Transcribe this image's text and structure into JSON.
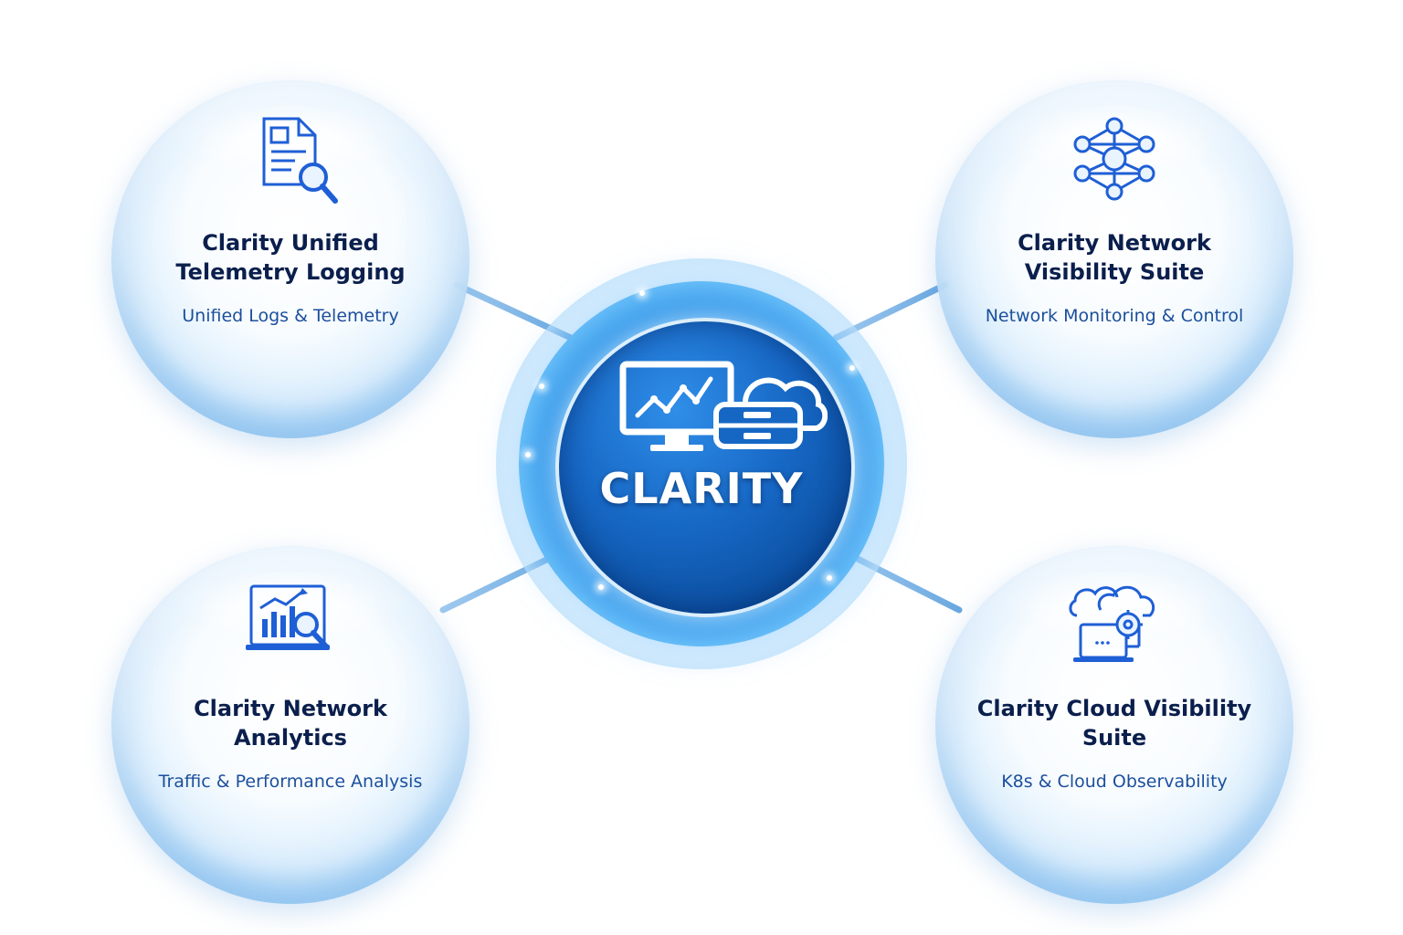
{
  "hub": {
    "label": "CLARITY",
    "icon": "monitor-chart-cloud-server-icon"
  },
  "nodes": [
    {
      "id": "telemetry-logging",
      "title": "Clarity Unified Telemetry Logging",
      "subtitle": "Unified Logs & Telemetry",
      "icon": "document-search-icon"
    },
    {
      "id": "network-visibility",
      "title": "Clarity Network Visibility Suite",
      "subtitle": "Network Monitoring & Control",
      "icon": "network-nodes-icon"
    },
    {
      "id": "network-analytics",
      "title": "Clarity Network Analytics",
      "subtitle": "Traffic & Performance Analysis",
      "icon": "analytics-chart-search-icon"
    },
    {
      "id": "cloud-visibility",
      "title": "Clarity Cloud Visibility Suite",
      "subtitle": "K8s & Cloud Observability",
      "icon": "cloud-laptop-gear-icon"
    }
  ],
  "colors": {
    "title": "#0b1f4d",
    "subtitle": "#1b4f9c",
    "icon": "#1f5fd6",
    "hub": "#1667c4"
  }
}
